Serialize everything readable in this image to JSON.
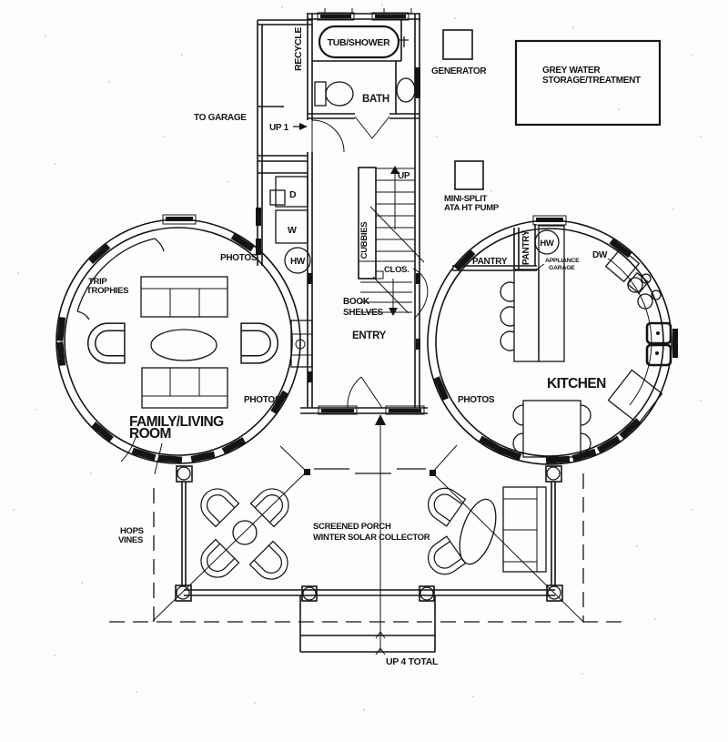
{
  "drawing": {
    "kind": "residential floor plan - main level with two round rooms and screened porch",
    "ink_color": "#141414",
    "paper_color": "#fdfdfd"
  },
  "rooms": {
    "family_living": {
      "line1": "FAMILY/LIVING",
      "line2": "ROOM"
    },
    "kitchen": {
      "name": "KITCHEN"
    },
    "bath": {
      "name": "BATH"
    },
    "entry": {
      "name": "ENTRY"
    },
    "screened_porch": {
      "line1": "SCREENED PORCH",
      "line2": "WINTER SOLAR COLLECTOR"
    },
    "pantry": {
      "name": "PANTRY"
    },
    "closet": {
      "name": "CLOS."
    }
  },
  "fixtures": {
    "tub_shower": "TUB/SHOWER",
    "recycle": "RECYCLE",
    "washer": "W",
    "dryer": "D",
    "hot_water": "HW",
    "dishwasher": "DW",
    "cubbies": "CUBBIES",
    "book_shelves": {
      "line1": "BOOK",
      "line2": "SHELVES"
    },
    "photos": "PHOTOS",
    "trip_trophies": {
      "line1": "TRIP",
      "line2": "TROPHIES"
    },
    "appliance_garage": {
      "line1": "APPLIANCE",
      "line2": "GARAGE"
    },
    "generator": "GENERATOR",
    "grey_water": {
      "line1": "GREY WATER",
      "line2": "STORAGE/TREATMENT"
    },
    "mini_split": {
      "line1": "MINI-SPLIT",
      "line2": "ATA HT PUMP"
    },
    "hops_vines": {
      "line1": "HOPS",
      "line2": "VINES"
    }
  },
  "annotations": {
    "to_garage": "TO GARAGE",
    "up_1": "UP 1",
    "up": "UP",
    "up_4_total": "UP 4 TOTAL"
  }
}
